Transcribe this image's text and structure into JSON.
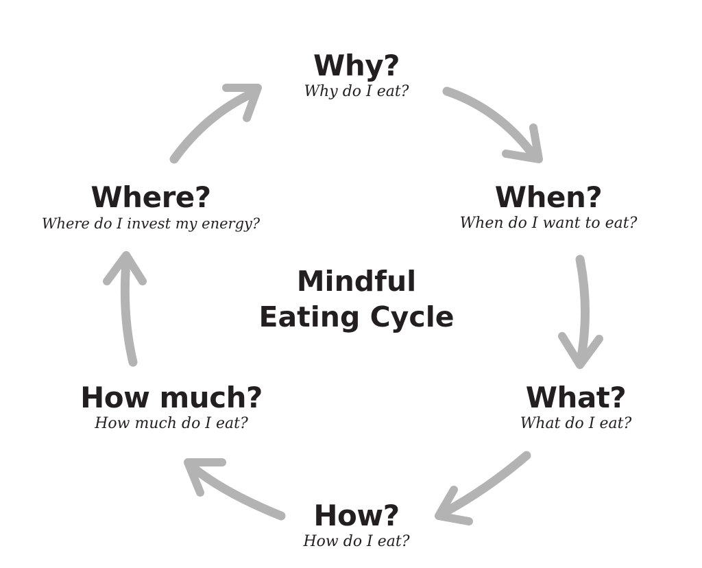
{
  "center": {
    "line1": "Mindful",
    "line2": "Eating Cycle"
  },
  "nodes": [
    {
      "id": "why",
      "question": "Why?",
      "subtitle": "Why do I eat?"
    },
    {
      "id": "when",
      "question": "When?",
      "subtitle": "When do I want to eat?"
    },
    {
      "id": "what",
      "question": "What?",
      "subtitle": "What do I eat?"
    },
    {
      "id": "how",
      "question": "How?",
      "subtitle": "How do I eat?"
    },
    {
      "id": "how-much",
      "question": "How much?",
      "subtitle": "How much do I eat?"
    },
    {
      "id": "where",
      "question": "Where?",
      "subtitle": "Where do I invest my energy?"
    }
  ],
  "colors": {
    "text": "#231f20",
    "arrow": "#b3b3b3"
  }
}
